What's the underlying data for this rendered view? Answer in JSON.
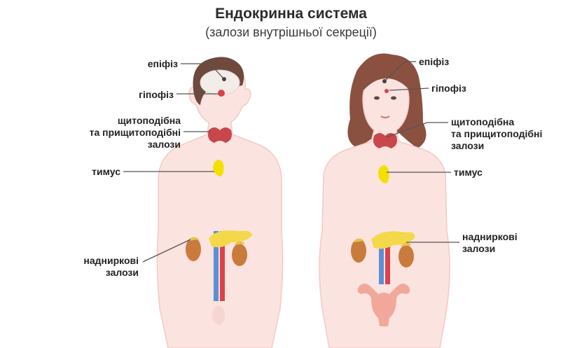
{
  "title": "Ендокринна система",
  "subtitle": "(залози внутрішньої секреції)",
  "labels": {
    "male": {
      "pineal": "епіфіз",
      "pituitary": "гіпофіз",
      "thyroid_1": "щитоподібна",
      "thyroid_2": "та прищитоподібні",
      "thyroid_3": "залози",
      "thymus": "тимус",
      "adrenal_1": "надниркові",
      "adrenal_2": "залози"
    },
    "female": {
      "pineal": "епіфіз",
      "pituitary": "гіпофіз",
      "thyroid_1": "щитоподібна",
      "thyroid_2": "та прищитоподібні",
      "thyroid_3": "залози",
      "thymus": "тимус",
      "adrenal_1": "надниркові",
      "adrenal_2": "залози"
    }
  },
  "colors": {
    "skin": "#fbe3e0",
    "skin_outline": "#f4c9c4",
    "male_hair": "#6e4a3c",
    "female_hair": "#8a5040",
    "brain": "#f3ece8",
    "thyroid": "#c8474a",
    "thymus": "#f2e100",
    "pancreas": "#f3d84a",
    "kidney": "#c97b3c",
    "adrenal": "#e8c34a",
    "artery": "#d9434a",
    "vein": "#5b8fd6",
    "uterus": "#f1a89a",
    "leader_line": "#555555"
  }
}
